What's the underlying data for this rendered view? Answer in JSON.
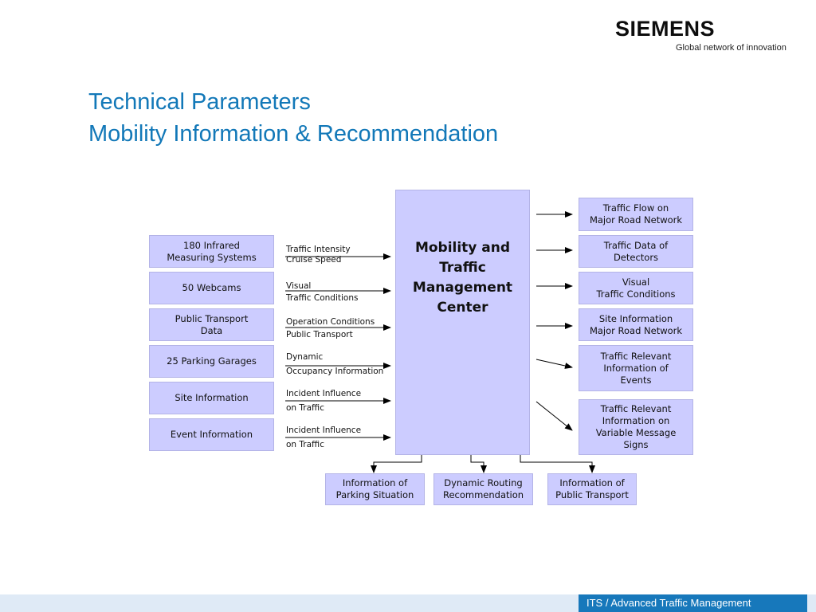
{
  "brand": {
    "name": "SIEMENS",
    "tagline": "Global network of innovation"
  },
  "title": {
    "line1": "Technical Parameters",
    "line2": "Mobility Information & Recommendation"
  },
  "center": {
    "label": "Mobility and\nTraffic\nManagement\nCenter"
  },
  "inputs": [
    {
      "label": "180 Infrared\nMeasuring Systems",
      "flow1": "Traffic Intensity",
      "flow2": "Cruise Speed"
    },
    {
      "label": "50 Webcams",
      "flow1": "Visual",
      "flow2": "Traffic Conditions"
    },
    {
      "label": "Public Transport\nData",
      "flow1": "Operation Conditions",
      "flow2": "Public Transport"
    },
    {
      "label": "25 Parking Garages",
      "flow1": "Dynamic",
      "flow2": "Occupancy Information"
    },
    {
      "label": "Site Information",
      "flow1": "Incident Influence",
      "flow2": "on Traffic"
    },
    {
      "label": "Event Information",
      "flow1": "Incident Influence",
      "flow2": "on Traffic"
    }
  ],
  "outputs": [
    {
      "label": "Traffic Flow on\nMajor Road Network"
    },
    {
      "label": "Traffic Data of\nDetectors"
    },
    {
      "label": "Visual\nTraffic Conditions"
    },
    {
      "label": "Site Information\nMajor Road Network"
    },
    {
      "label": "Traffic Relevant\nInformation of\nEvents"
    },
    {
      "label": "Traffic Relevant\nInformation on\nVariable Message\nSigns"
    }
  ],
  "bottom": [
    {
      "label": "Information of\nParking Situation"
    },
    {
      "label": "Dynamic Routing\nRecommendation"
    },
    {
      "label": "Information of\nPublic Transport"
    }
  ],
  "footer": {
    "text": "ITS / Advanced Traffic Management"
  },
  "colors": {
    "box_fill": "#ccccff",
    "title": "#1278b8",
    "footer_accent": "#1778bb",
    "footer_band": "#dfeaf6"
  }
}
